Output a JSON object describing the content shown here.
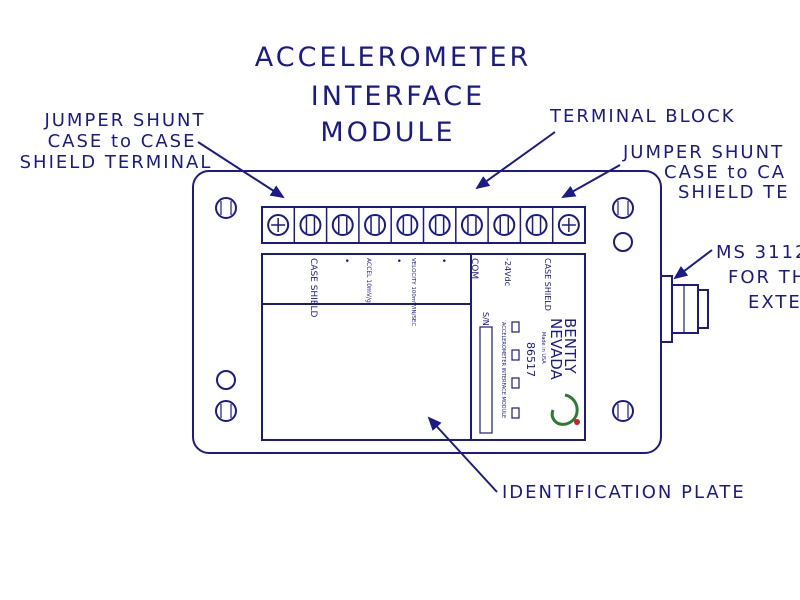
{
  "diagram": {
    "title_lines": [
      "ACCELEROMETER",
      "INTERFACE",
      "MODULE"
    ],
    "labels": {
      "jumper_left": [
        "JUMPER SHUNT",
        "CASE to CASE",
        "SHIELD TERMINAL"
      ],
      "terminal_block": "TERMINAL BLOCK",
      "jumper_right": [
        "JUMPER SHUNT",
        "CASE to CA",
        "SHIELD TE"
      ],
      "connector": [
        "MS 3112",
        "FOR TH",
        "EXTE"
      ],
      "identification_plate": "IDENTIFICATION PLATE"
    },
    "terminal_labels": [
      "CASE SHIELD",
      "•",
      "ACCEL 10mV/g",
      "•",
      "VELOCITY 100mV/IN/SEC",
      "•",
      "COM",
      "-24Vdc",
      "CASE SHIELD"
    ],
    "id_plate": {
      "brand_line1": "BENTLY",
      "brand_line2": "NEVADA",
      "brand_small": "Made in USA",
      "part_number": "86517",
      "module_name": "ACCELEROMETER INTERFACE MODULE",
      "serial_label": "S/N"
    },
    "colors": {
      "ink": "#1a1a8c",
      "logo_accent": "#2f7a33",
      "logo_dot": "#d02020"
    }
  }
}
